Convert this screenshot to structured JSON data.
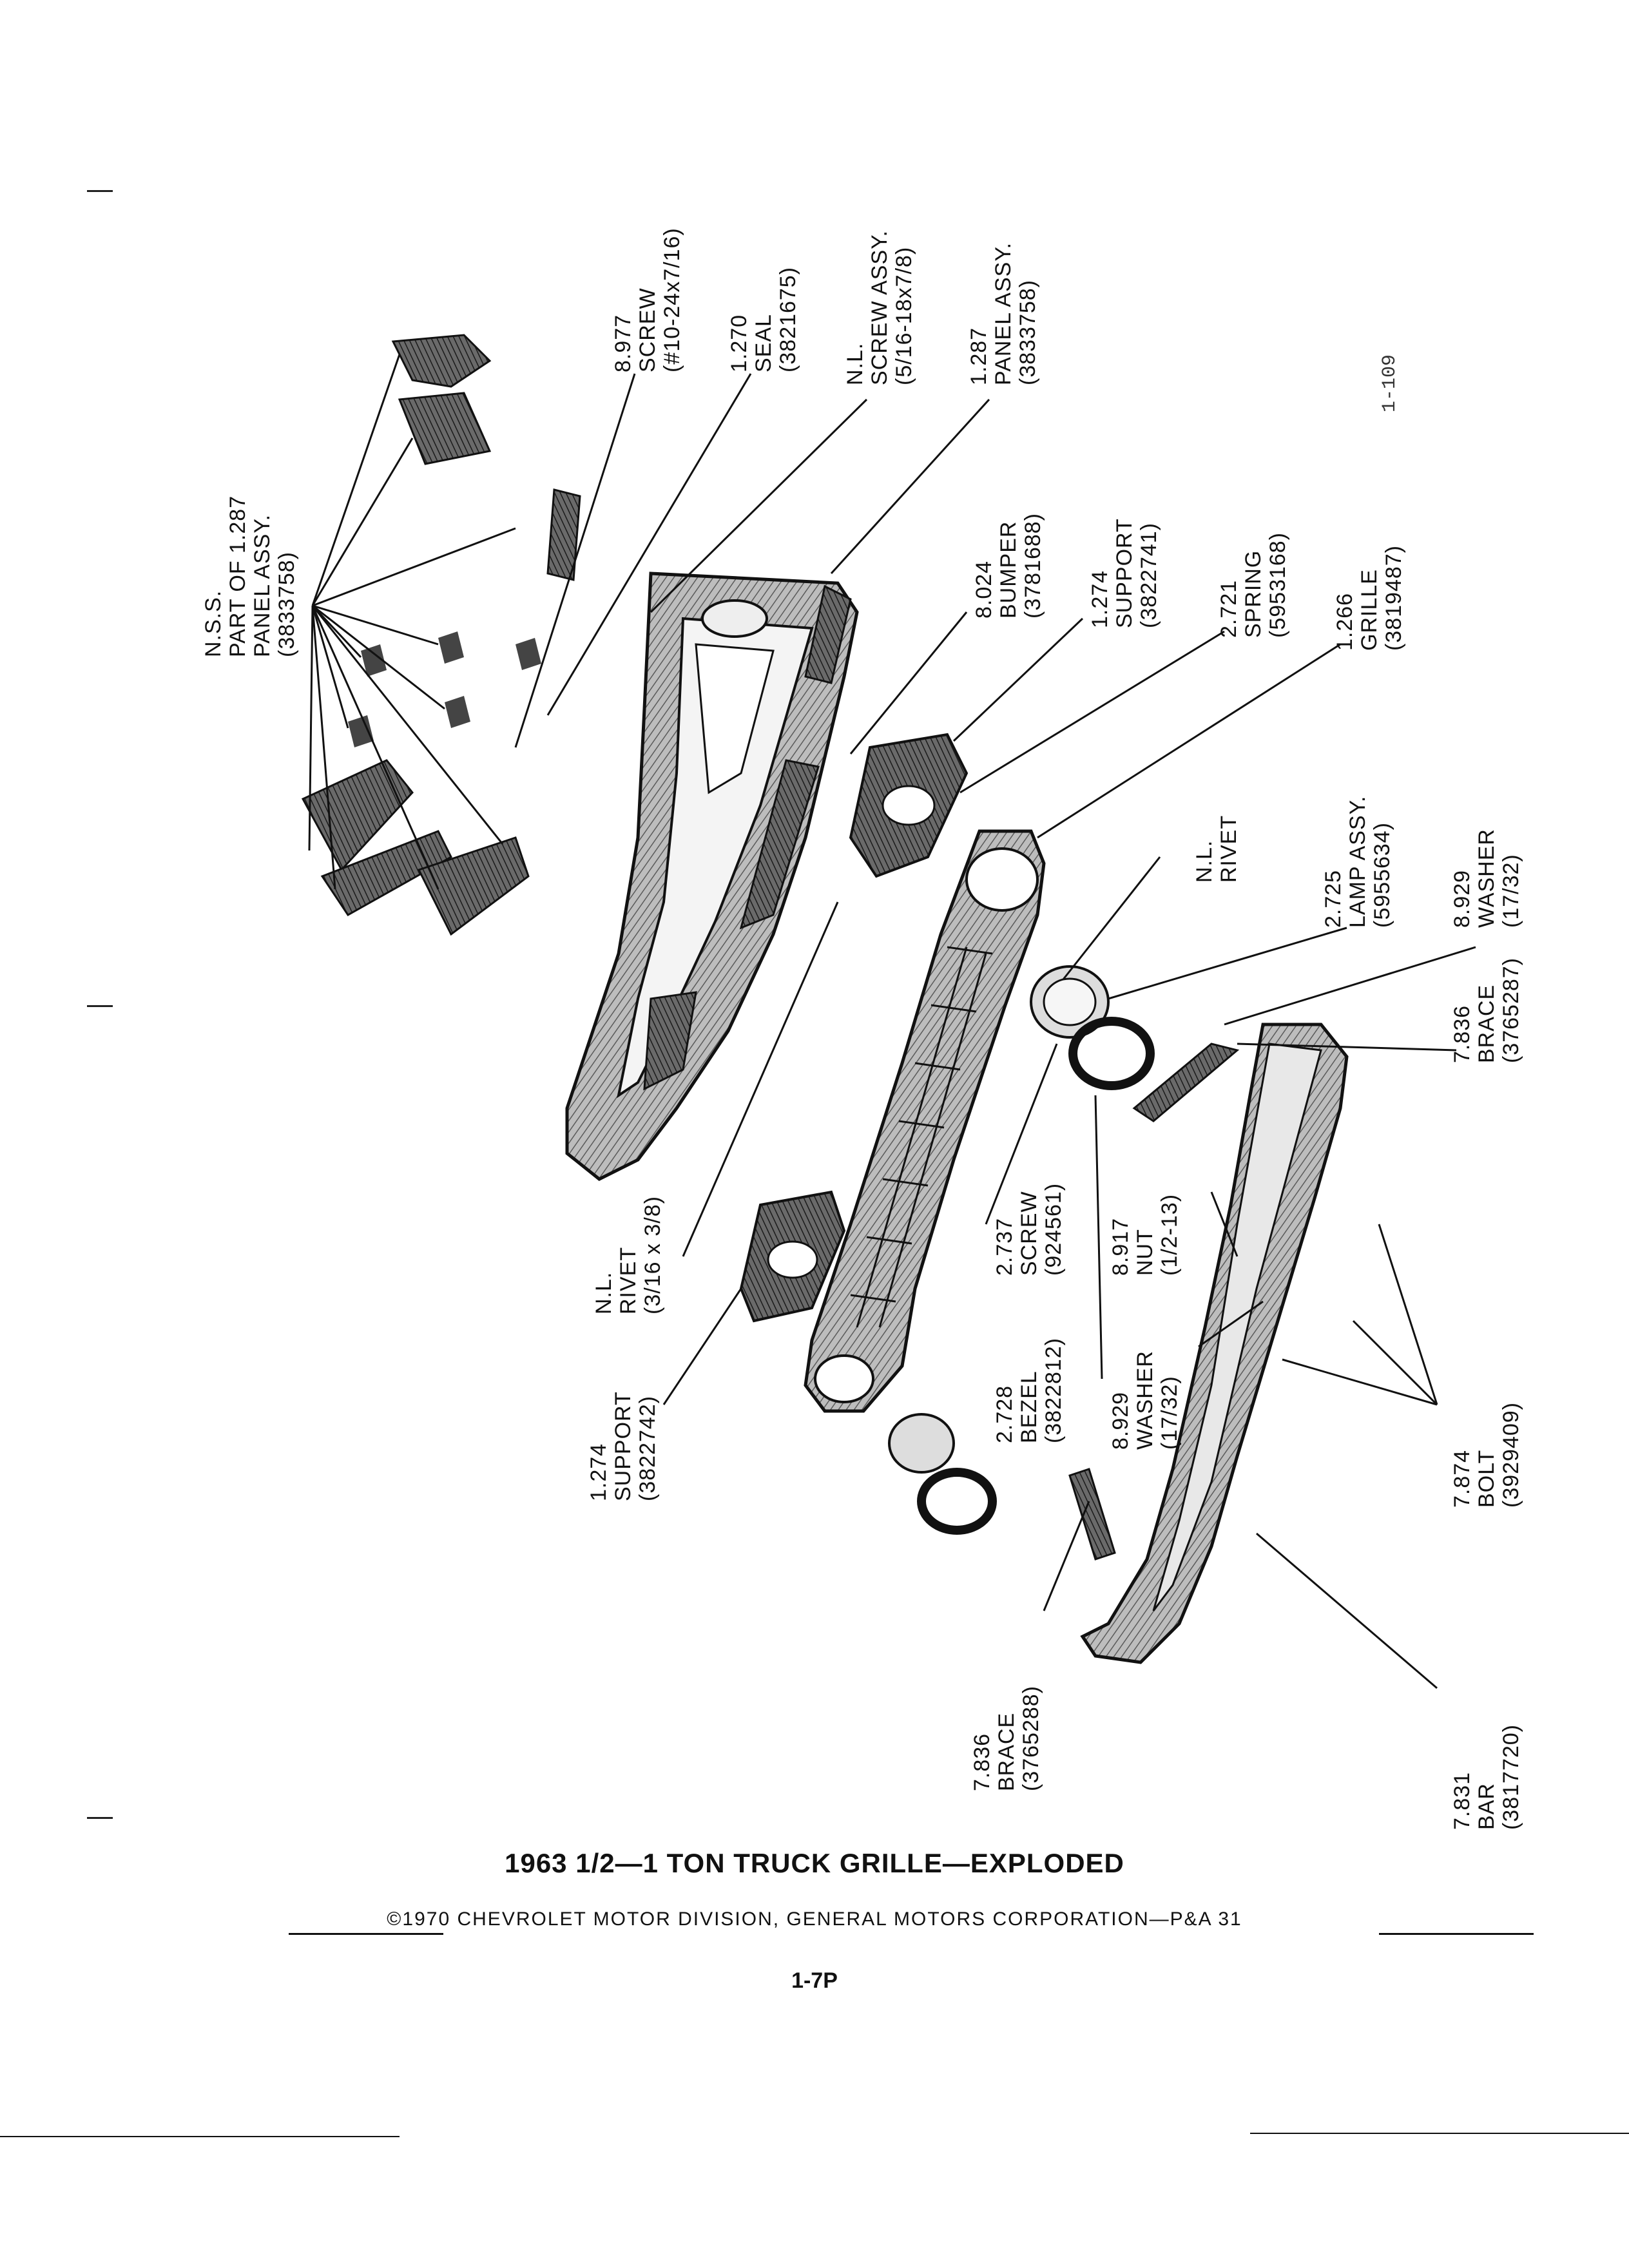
{
  "page_ref": "1-109",
  "title": "1963 1/2—1 TON TRUCK GRILLE—EXPLODED",
  "copyright": "©1970 CHEVROLET MOTOR DIVISION, GENERAL MOTORS CORPORATION—P&A 31",
  "page_number": "1-7P",
  "callouts": [
    {
      "lines": [
        "N.S.S.",
        "PART OF 1.287",
        "PANEL ASSY.",
        "(3833758)"
      ]
    },
    {
      "lines": [
        "8.977",
        "SCREW",
        "(#10-24x7/16)"
      ]
    },
    {
      "lines": [
        "1.270",
        "SEAL",
        "(3821675)"
      ]
    },
    {
      "lines": [
        "N.L.",
        "SCREW ASSY.",
        "(5/16-18x7/8)"
      ]
    },
    {
      "lines": [
        "1.287",
        "PANEL ASSY.",
        "(3833758)"
      ]
    },
    {
      "lines": [
        "8.024",
        "BUMPER",
        "(3781688)"
      ]
    },
    {
      "lines": [
        "1.274",
        "SUPPORT",
        "(3822741)"
      ]
    },
    {
      "lines": [
        "2.721",
        "SPRING",
        "(5953168)"
      ]
    },
    {
      "lines": [
        "1.266",
        "GRILLE",
        "(3819487)"
      ]
    },
    {
      "lines": [
        "2.725",
        "LAMP ASSY.",
        "(5955634)"
      ]
    },
    {
      "lines": [
        "N.L.",
        "RIVET"
      ]
    },
    {
      "lines": [
        "8.929",
        "WASHER",
        "(17/32)"
      ]
    },
    {
      "lines": [
        "7.836",
        "BRACE",
        "(3765287)"
      ]
    },
    {
      "lines": [
        "N.L.",
        "RIVET",
        "(3/16 x 3/8)"
      ]
    },
    {
      "lines": [
        "1.274",
        "SUPPORT",
        "(3822742)"
      ]
    },
    {
      "lines": [
        "2.737",
        "SCREW",
        "(924561)"
      ]
    },
    {
      "lines": [
        "2.728",
        "BEZEL",
        "(3822812)"
      ]
    },
    {
      "lines": [
        "8.917",
        "NUT",
        "(1/2-13)"
      ]
    },
    {
      "lines": [
        "8.929",
        "WASHER",
        "(17/32)"
      ]
    },
    {
      "lines": [
        "7.874",
        "BOLT",
        "(3929409)"
      ]
    },
    {
      "lines": [
        "7.836",
        "BRACE",
        "(3765288)"
      ]
    },
    {
      "lines": [
        "7.831",
        "BAR",
        "(3817720)"
      ]
    }
  ]
}
